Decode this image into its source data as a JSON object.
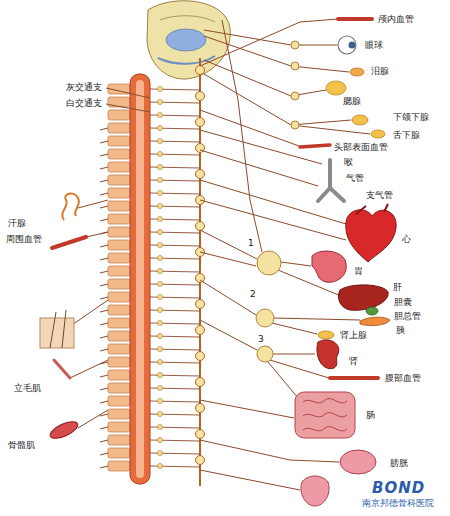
{
  "diagram": {
    "labels": [
      "颅内血管",
      "眼球",
      "泪腺",
      "灰交通支",
      "腮腺",
      "白交通支",
      "下颌下腺",
      "舌下腺",
      "头部表面血管",
      "喉",
      "气管",
      "支气管",
      "汗腺",
      "周围血管",
      "心",
      "1",
      "胃",
      "肝",
      "胆囊",
      "2",
      "胆总管",
      "胰",
      "肾上腺",
      "3",
      "肾",
      "腹部血管",
      "立毛肌",
      "肠",
      "骨骼肌",
      "膀胱",
      "BOND",
      "南京邦德骨科医院"
    ]
  }
}
